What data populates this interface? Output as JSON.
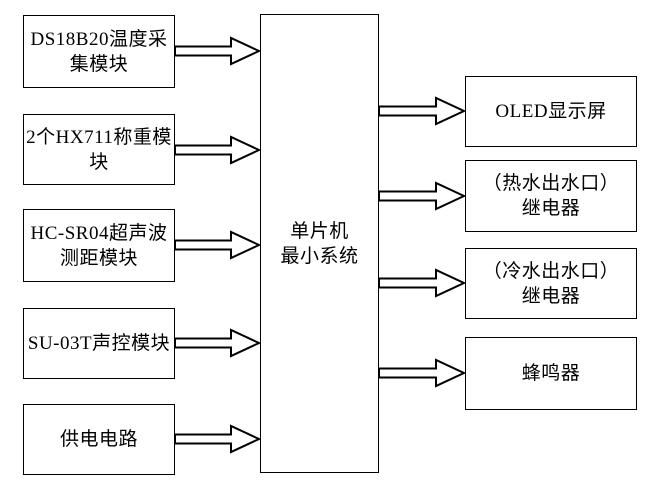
{
  "diagram": {
    "background_color": "#ffffff",
    "line_color": "#000000",
    "arrow_fill": "#ffffff",
    "center": {
      "label": "单片机\n最小系统"
    },
    "inputs": [
      {
        "label": "DS18B20温度采\n集模块"
      },
      {
        "label": "2个HX711称重模\n块"
      },
      {
        "label": "HC-SR04超声波\n测距模块"
      },
      {
        "label": "SU-03T声控模块"
      },
      {
        "label": "供电电路"
      }
    ],
    "outputs": [
      {
        "label": "OLED显示屏"
      },
      {
        "label": "（热水出水口）\n继电器"
      },
      {
        "label": "（冷水出水口）\n继电器"
      },
      {
        "label": "蜂鸣器"
      }
    ]
  }
}
